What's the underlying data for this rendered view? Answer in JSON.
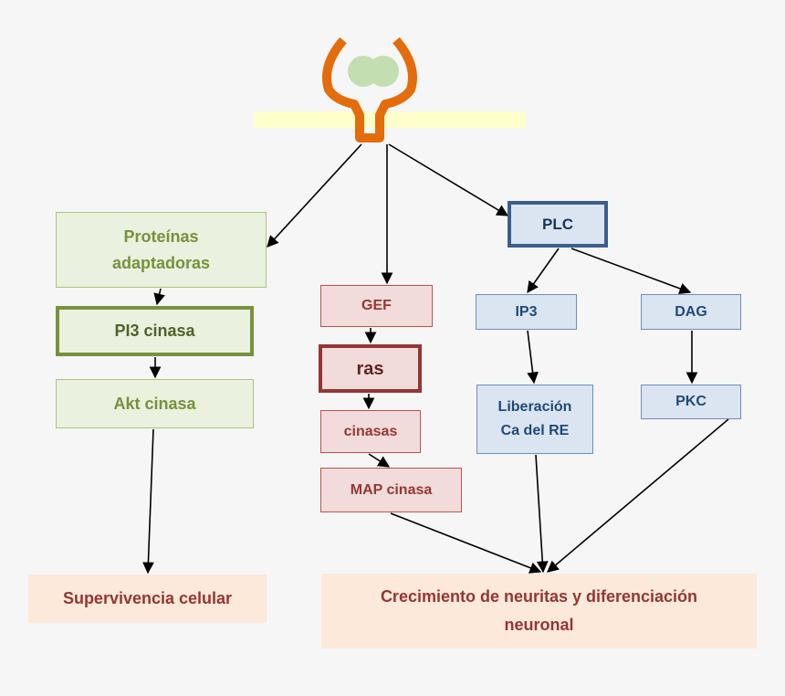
{
  "nodes": {
    "adaptadoras": "Proteínas\nadaptadoras",
    "pi3": "PI3 cinasa",
    "akt": "Akt cinasa",
    "supervivencia": "Supervivencia celular",
    "gef": "GEF",
    "ras": "ras",
    "cinasas": "cinasas",
    "map": "MAP cinasa",
    "plc": "PLC",
    "ip3": "IP3",
    "dag": "DAG",
    "liberacion": "Liberación\nCa del RE",
    "pkc": "PKC",
    "crecimiento": "Crecimiento de neuritas y diferenciación\nneuronal"
  },
  "colors": {
    "receptor": "#e46c0a",
    "ligand": "#c3deb0",
    "membrane": "#ffffcc",
    "arrow": "#000000"
  }
}
